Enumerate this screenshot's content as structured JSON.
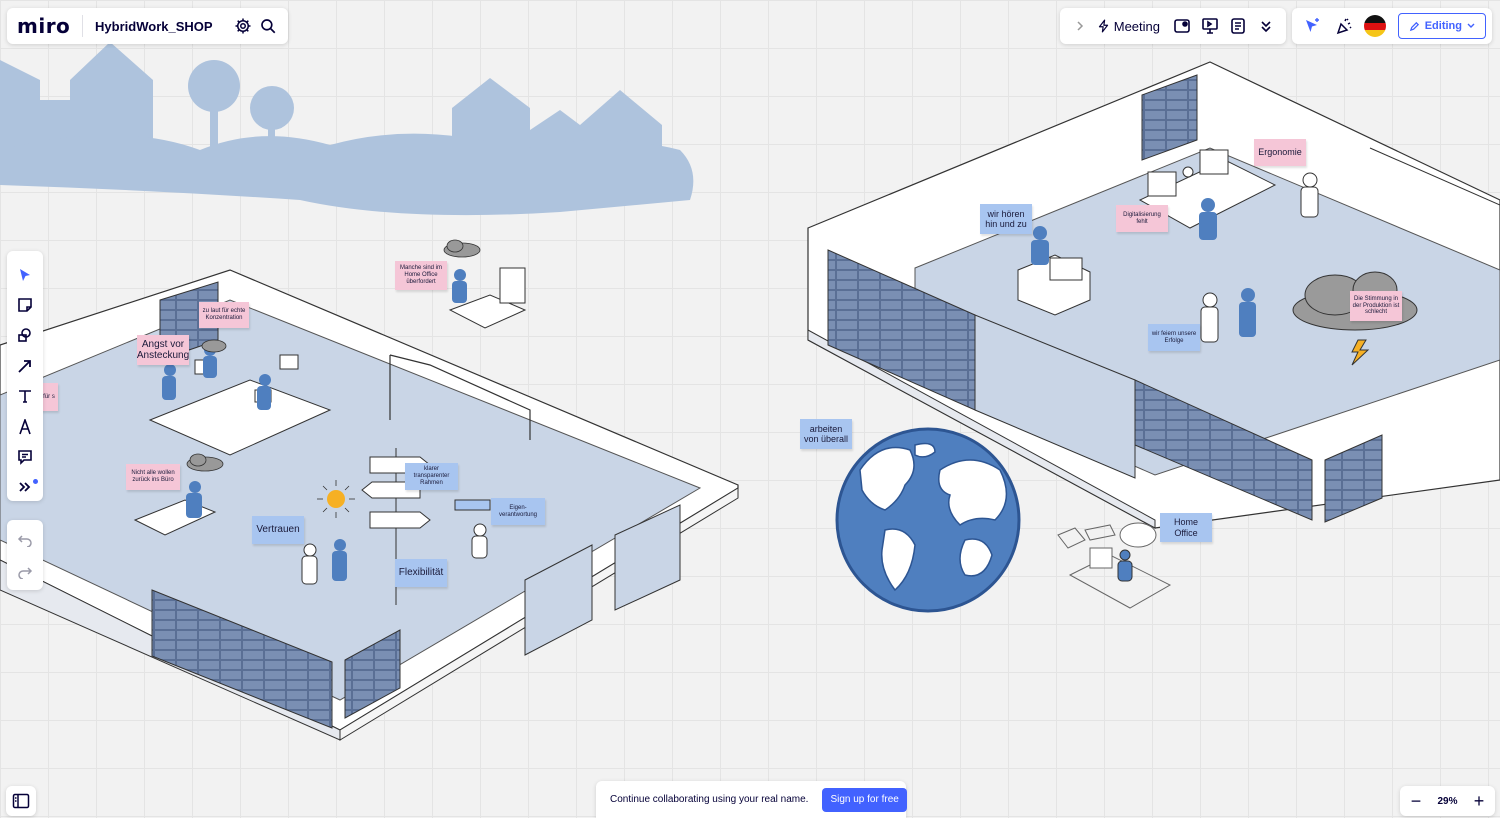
{
  "header": {
    "logo": "miro",
    "board_title": "HybridWork_SHOP"
  },
  "collab_bar": {
    "meeting_label": "Meeting"
  },
  "user_bar": {
    "editing_label": "Editing"
  },
  "banner": {
    "text": "Continue collaborating using your real name.",
    "button": "Sign up for free"
  },
  "zoom": {
    "level": "29%",
    "minus": "−",
    "plus": "+"
  },
  "stickies": {
    "angst": "Angst vor Ansteckung",
    "laut": "zu laut für echte Konzentration",
    "manche": "Manche sind im Home Office überfordert",
    "nicht_alle": "Nicht alle wollen zurück ins Büro",
    "vertrauen": "Vertrauen",
    "klarer": "klarer transparenter Rahmen",
    "eigen": "Eigen-verantwortung",
    "flexibilitaet": "Flexibilität",
    "arbeiten": "arbeiten von überall",
    "home_office": "Home Office",
    "wir_hoeren": "wir hören hin und zu",
    "digitalisierung": "Digitalisierung fehlt",
    "ergonomie": "Ergonomie",
    "wir_feiern": "wir feiern unsere Erfolge",
    "stimmung": "Die Stimmung in der Produktion ist schlecht",
    "cut_left": "für s"
  },
  "colors": {
    "accent": "#4262ff",
    "sticky_pink": "#f5c6d7",
    "sticky_blue": "#a8c5f0",
    "floor": "#c9d5e6",
    "skyline": "#aec3dd",
    "globe": "#4f7fbf"
  },
  "icons": {
    "settings": "gear-icon",
    "search": "search-icon",
    "meeting": "lightning-icon",
    "select": "cursor-icon",
    "sticky": "sticky-note-icon",
    "shapes": "shapes-icon",
    "arrow": "arrow-icon",
    "text": "text-icon",
    "pen": "pen-icon",
    "comment": "comment-icon",
    "more": "more-tools-icon",
    "undo": "undo-icon",
    "redo": "redo-icon"
  }
}
